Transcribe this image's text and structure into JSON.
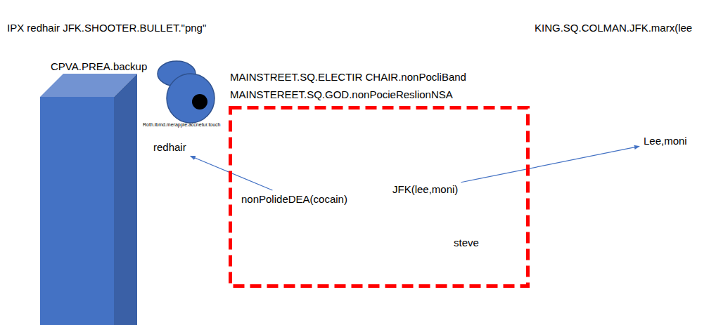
{
  "diagram": {
    "nodes": [
      {
        "text": [
          "CPVA.PREA.backup"
        ]
      },
      {
        "text": [
          "MAINSTREET.SQ.ELECTIR CHAIR.nonPocliBand",
          "MAINSTEREET.SQ.GOD.nonPocieReslionNSA"
        ]
      },
      {
        "text": [
          "JFK(lee,moni)"
        ],
        "in": 1
      },
      {
        "text": [
          "nonPolideDEA(cocain)"
        ],
        "in": 1
      },
      {
        "text": [
          "steve"
        ],
        "in": 1
      },
      {
        "text": [
          "redhair"
        ]
      },
      {
        "text": [
          "Lee,moni"
        ]
      }
    ],
    "edges": [
      {
        "from": 3,
        "to": 5,
        "arrow": "to"
      },
      {
        "from": 2,
        "to": 6,
        "arrow": "to"
      }
    ],
    "labels": [
      "IPX redhair JFK.SHOOTER.BULLET.\"png\"",
      "KING.SQ.COLMAN.JFK.marx(lee",
      "Roth.ibmd.merapple.accnetur.touch"
    ]
  }
}
